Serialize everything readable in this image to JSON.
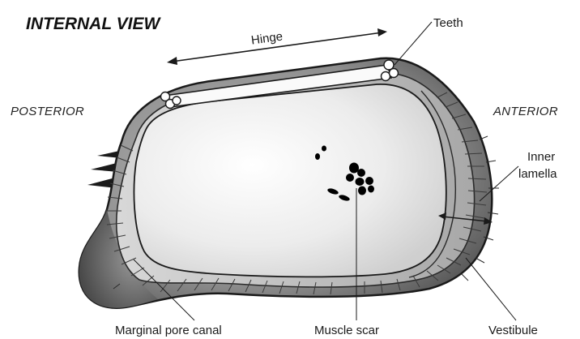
{
  "title": "INTERNAL VIEW",
  "labels": {
    "hinge": "Hinge",
    "teeth": "Teeth",
    "posterior": "POSTERIOR",
    "anterior": "ANTERIOR",
    "inner_lamella_line1": "Inner",
    "inner_lamella_line2": "lamella",
    "marginal_pore_canal": "Marginal pore canal",
    "muscle_scar": "Muscle scar",
    "vestibule": "Vestibule"
  },
  "colors": {
    "outline": "#1a1a1a",
    "shell_dark": "#6e6e6e",
    "shell_mid": "#9c9c9c",
    "inner_light": "#f2f2f2",
    "scar": "#000000"
  }
}
